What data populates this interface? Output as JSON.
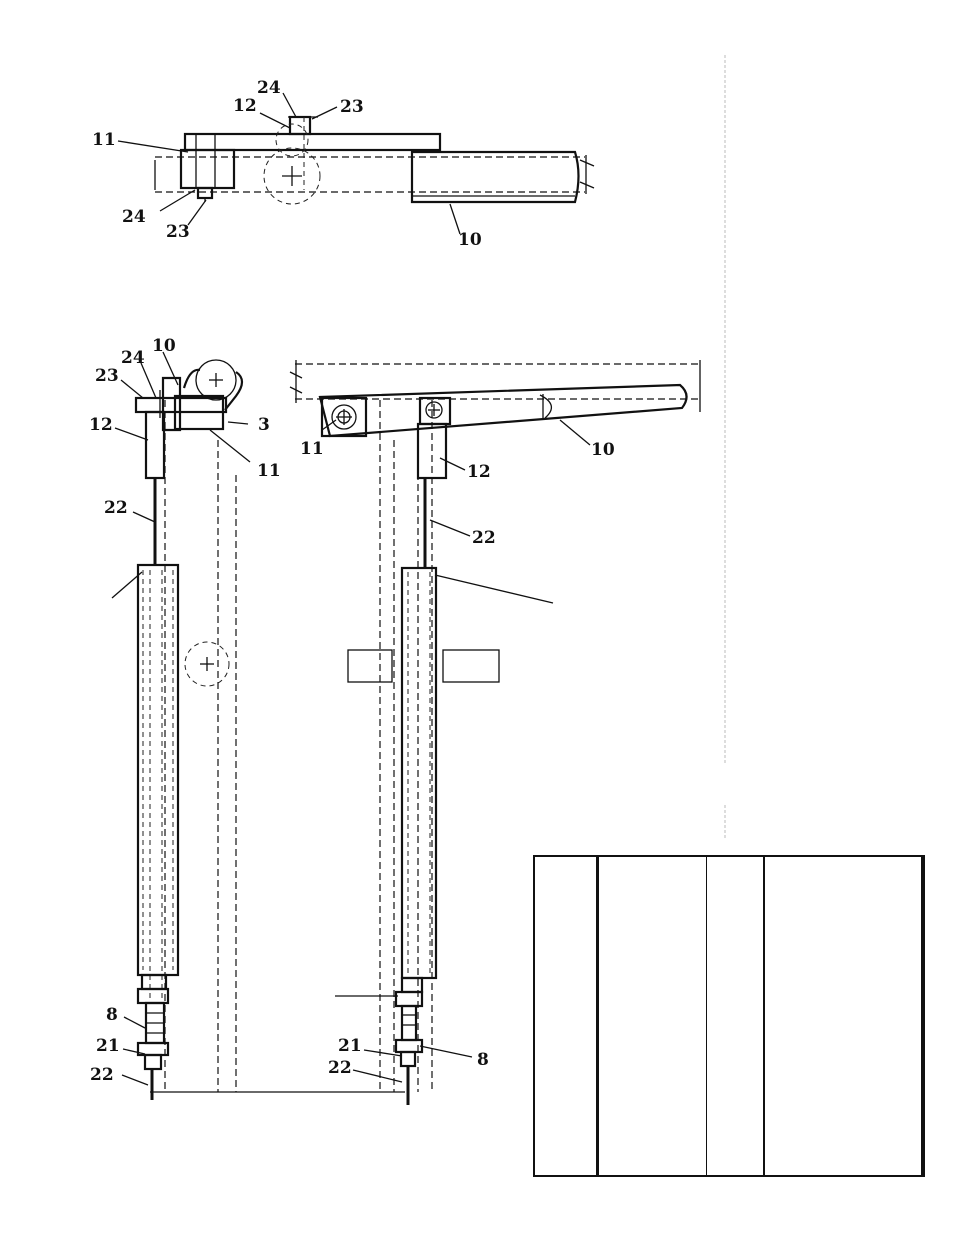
{
  "top_view": {
    "labels": {
      "l24a": "24",
      "l12a": "12",
      "l23a": "23",
      "l11a": "11",
      "l24b": "24",
      "l23b": "23",
      "l10a": "10"
    }
  },
  "left_view": {
    "labels": {
      "l10": "10",
      "l24": "24",
      "l23": "23",
      "l12": "12",
      "l3": "3",
      "l11": "11",
      "l22a": "22",
      "l8": "8",
      "l21": "21",
      "l22b": "22"
    }
  },
  "right_view": {
    "labels": {
      "l11": "11",
      "l10": "10",
      "l12": "12",
      "l22a": "22",
      "l21": "21",
      "l8": "8",
      "l22b": "22"
    }
  }
}
